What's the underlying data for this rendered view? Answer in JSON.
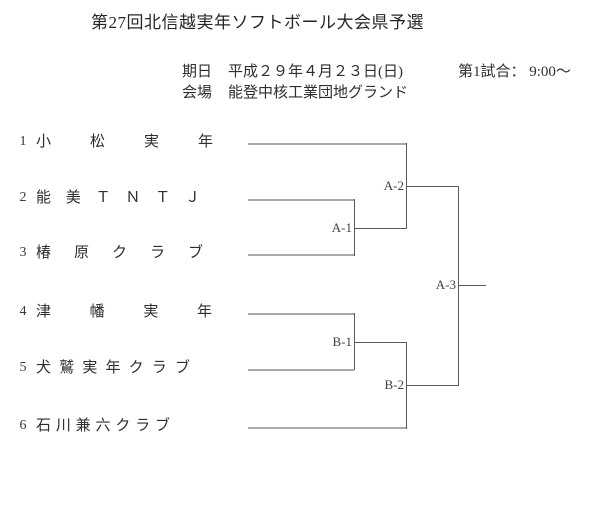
{
  "title": "第27回北信越実年ソフトボール大会県予選",
  "info": {
    "date_label": "期日",
    "date_value": "平成２９年４月２３日(日)",
    "venue_label": "会場",
    "venue_value": "能登中核工業団地グランド",
    "first_game": "第1試合： 9:00～"
  },
  "bracket": {
    "teams": [
      {
        "seed": "1",
        "name": "小松実年"
      },
      {
        "seed": "2",
        "name": "能美ＴＮＴＪ"
      },
      {
        "seed": "3",
        "name": "椿原クラブ"
      },
      {
        "seed": "4",
        "name": "津幡実年"
      },
      {
        "seed": "5",
        "name": "犬鷲実年クラブ"
      },
      {
        "seed": "6",
        "name": "石川兼六クラブ"
      }
    ],
    "matches": [
      {
        "id": "A-1"
      },
      {
        "id": "A-2"
      },
      {
        "id": "A-3"
      },
      {
        "id": "B-1"
      },
      {
        "id": "B-2"
      }
    ]
  }
}
